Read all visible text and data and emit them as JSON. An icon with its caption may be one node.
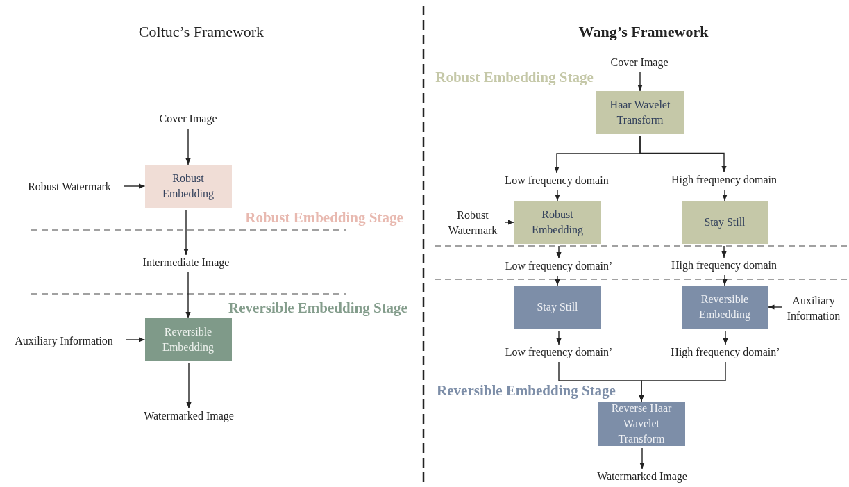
{
  "diagram": {
    "nodes": [
      {
        "text": [
          "Cover Image"
        ]
      },
      {
        "text": [
          "Robust Watermark"
        ]
      },
      {
        "text": [
          "Robust Embedding"
        ]
      },
      {
        "text": [
          "Intermediate Image"
        ]
      },
      {
        "text": [
          "Auxiliary Information"
        ]
      },
      {
        "text": [
          "Reversible Embedding"
        ]
      },
      {
        "text": [
          "Watermarked Image"
        ]
      },
      {
        "text": [
          "Cover Image"
        ]
      },
      {
        "text": [
          "Haar Wavelet Transform"
        ]
      },
      {
        "text": [
          "Low frequency domain"
        ]
      },
      {
        "text": [
          "High frequency domain"
        ]
      },
      {
        "text": [
          "Robust Watermark"
        ]
      },
      {
        "text": [
          "Robust Embedding"
        ]
      },
      {
        "text": [
          "Stay Still"
        ]
      },
      {
        "text": [
          "Low frequency domain’"
        ]
      },
      {
        "text": [
          "High frequency domain"
        ]
      },
      {
        "text": [
          "Stay Still"
        ]
      },
      {
        "text": [
          "Reversible Embedding"
        ]
      },
      {
        "text": [
          "Auxiliary Information"
        ]
      },
      {
        "text": [
          "Low frequency domain’"
        ]
      },
      {
        "text": [
          "High frequency domain’"
        ]
      },
      {
        "text": [
          "Reverse Haar Wavelet Transform"
        ]
      },
      {
        "text": [
          "Watermarked Image"
        ]
      }
    ],
    "edges": [
      {
        "from": 0,
        "to": 2,
        "arrow": "to"
      },
      {
        "from": 1,
        "to": 2,
        "arrow": "to"
      },
      {
        "from": 2,
        "to": 3,
        "arrow": "to"
      },
      {
        "from": 3,
        "to": 5,
        "arrow": "to"
      },
      {
        "from": 4,
        "to": 5,
        "arrow": "to"
      },
      {
        "from": 5,
        "to": 6,
        "arrow": "to"
      },
      {
        "from": 7,
        "to": 8,
        "arrow": "to"
      },
      {
        "from": 8,
        "to": 9,
        "arrow": "to"
      },
      {
        "from": 8,
        "to": 10,
        "arrow": "to"
      },
      {
        "from": 9,
        "to": 12,
        "arrow": "to"
      },
      {
        "from": 10,
        "to": 13,
        "arrow": "to"
      },
      {
        "from": 11,
        "to": 12,
        "arrow": "to"
      },
      {
        "from": 12,
        "to": 14,
        "arrow": "to"
      },
      {
        "from": 13,
        "to": 15,
        "arrow": "to"
      },
      {
        "from": 14,
        "to": 16,
        "arrow": "to"
      },
      {
        "from": 15,
        "to": 17,
        "arrow": "to"
      },
      {
        "from": 18,
        "to": 17,
        "arrow": "to"
      },
      {
        "from": 16,
        "to": 19,
        "arrow": "to"
      },
      {
        "from": 17,
        "to": 20,
        "arrow": "to"
      },
      {
        "from": 19,
        "to": 21,
        "arrow": "to"
      },
      {
        "from": 20,
        "to": 21,
        "arrow": "to"
      },
      {
        "from": 21,
        "to": 22,
        "arrow": "to"
      }
    ],
    "labels": [
      "Coltuc’s Framework",
      "Wang’s Framework",
      "Robust Embedding Stage",
      "Reversible Embedding Stage",
      "Robust Embedding Stage",
      "Reversible Embedding Stage"
    ]
  }
}
